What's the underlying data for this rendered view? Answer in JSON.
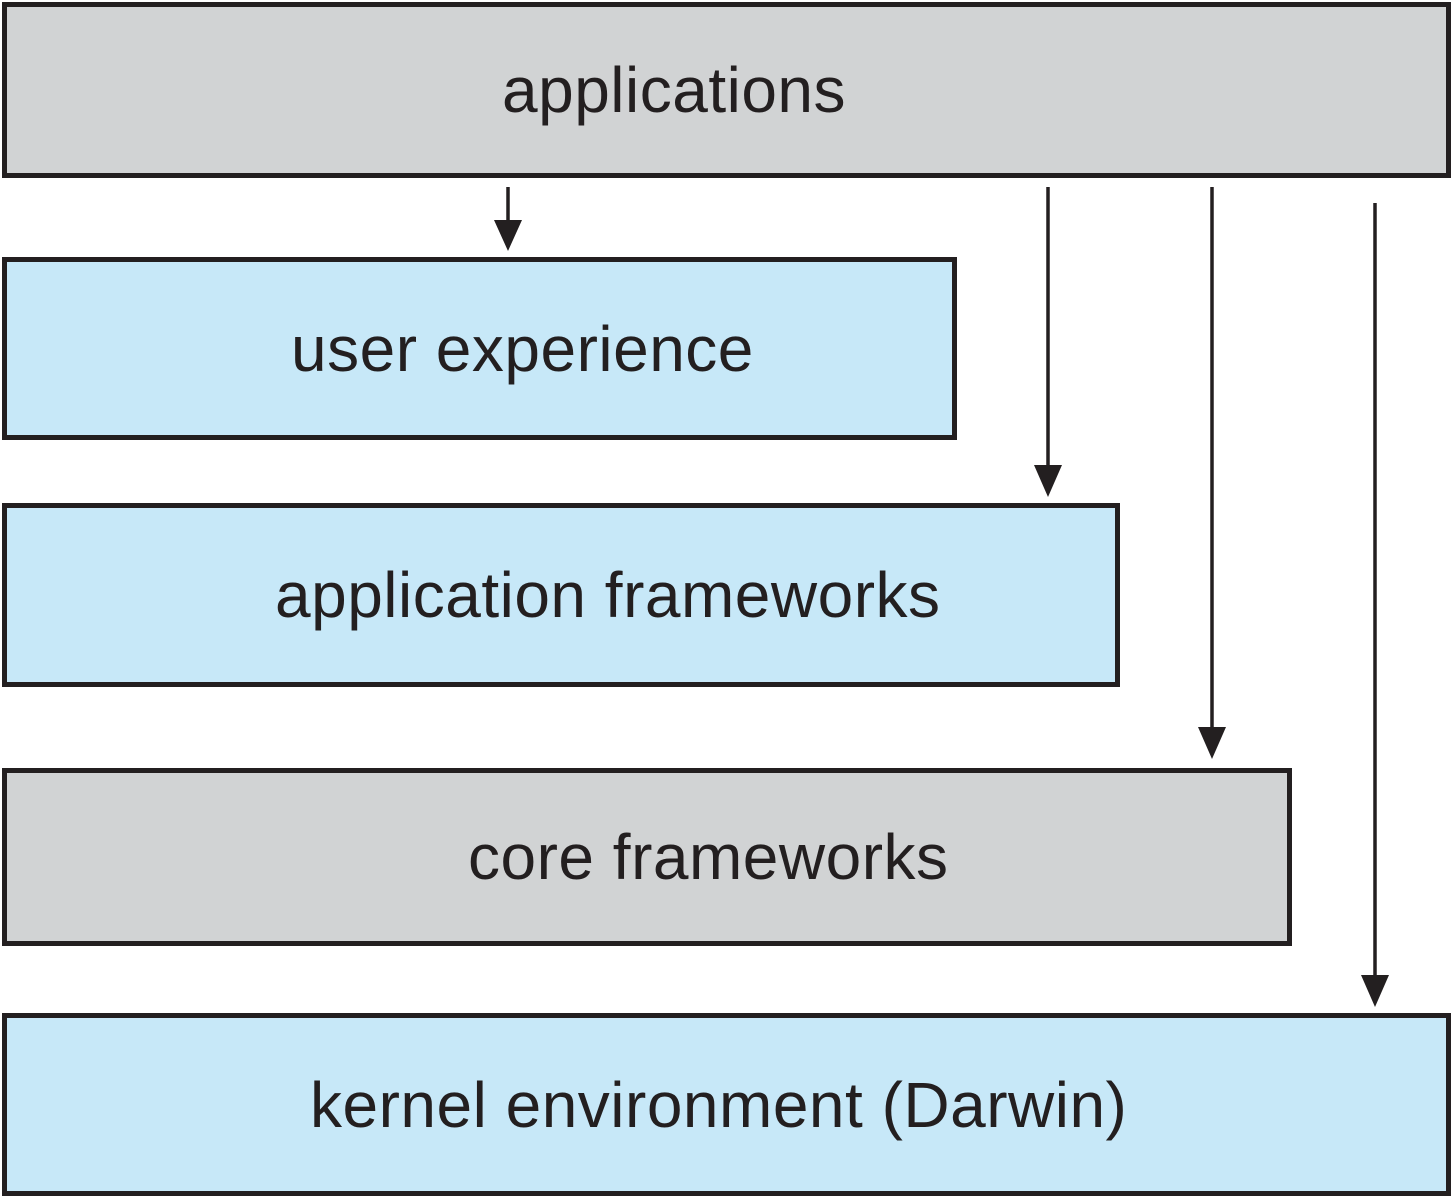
{
  "diagram": {
    "layers": [
      {
        "id": "applications",
        "label": "applications",
        "color": "#d1d3d4"
      },
      {
        "id": "user_experience",
        "label": "user experience",
        "color": "#c7e8f8"
      },
      {
        "id": "application_frameworks",
        "label": "application frameworks",
        "color": "#c7e8f8"
      },
      {
        "id": "core_frameworks",
        "label": "core frameworks",
        "color": "#d1d3d4"
      },
      {
        "id": "kernel_environment",
        "label": "kernel environment (Darwin)",
        "color": "#c7e8f8"
      }
    ],
    "arrows": [
      {
        "from": "applications",
        "to": "user_experience"
      },
      {
        "from": "applications",
        "to": "application_frameworks"
      },
      {
        "from": "applications",
        "to": "core_frameworks"
      },
      {
        "from": "applications",
        "to": "kernel_environment"
      }
    ],
    "line_color": "#231f20"
  }
}
